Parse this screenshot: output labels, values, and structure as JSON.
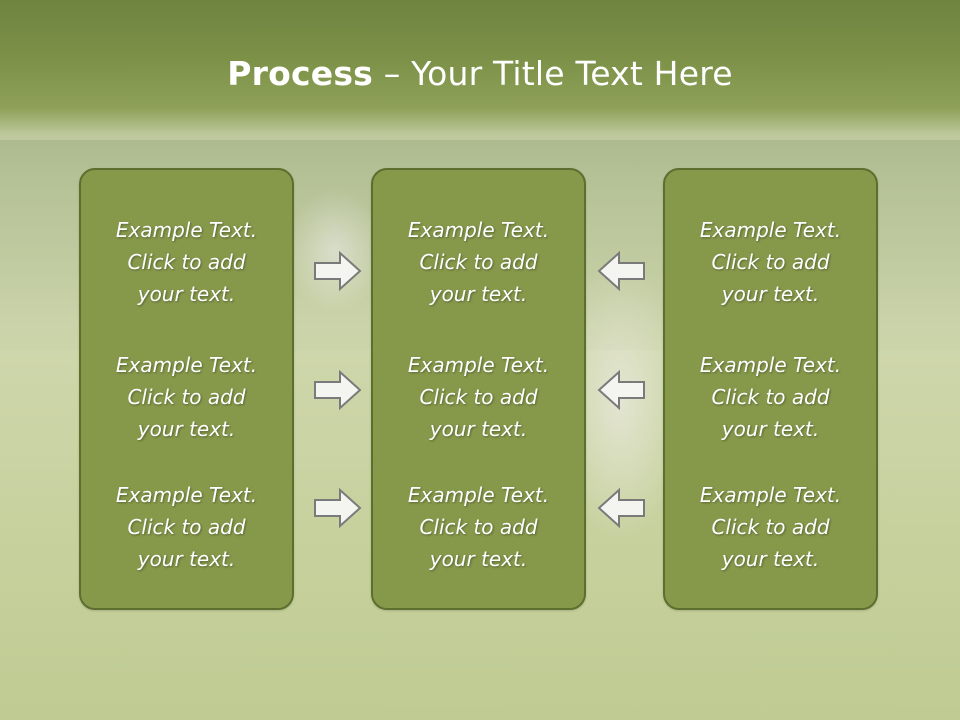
{
  "slide": {
    "title_bold": "Process",
    "title_rest": " – Your Title Text Here"
  },
  "panels": [
    {
      "blocks": [
        {
          "line1": "Example Text.",
          "line2": "Click  to add",
          "line3": "your text."
        },
        {
          "line1": "Example Text.",
          "line2": "Click  to add",
          "line3": "your text."
        },
        {
          "line1": "Example Text.",
          "line2": "Click  to add",
          "line3": "your text."
        }
      ]
    },
    {
      "blocks": [
        {
          "line1": "Example Text.",
          "line2": "Click  to add",
          "line3": "your text."
        },
        {
          "line1": "Example Text.",
          "line2": "Click  to add",
          "line3": "your text."
        },
        {
          "line1": "Example Text.",
          "line2": "Click  to add",
          "line3": "your text."
        }
      ]
    },
    {
      "blocks": [
        {
          "line1": "Example Text.",
          "line2": "Click  to add",
          "line3": "your text."
        },
        {
          "line1": "Example Text.",
          "line2": "Click  to add",
          "line3": "your text."
        },
        {
          "line1": "Example Text.",
          "line2": "Click  to add",
          "line3": "your text."
        }
      ]
    }
  ],
  "icons": {
    "right_arrow": "arrow-right-icon",
    "left_arrow": "arrow-left-icon"
  },
  "colors": {
    "title_bar": "#7d9148",
    "panel_fill": "#86994b",
    "panel_border": "#5d6f2e",
    "arrow_fill": "#f4f4f0",
    "arrow_stroke": "#7a7a7a"
  }
}
